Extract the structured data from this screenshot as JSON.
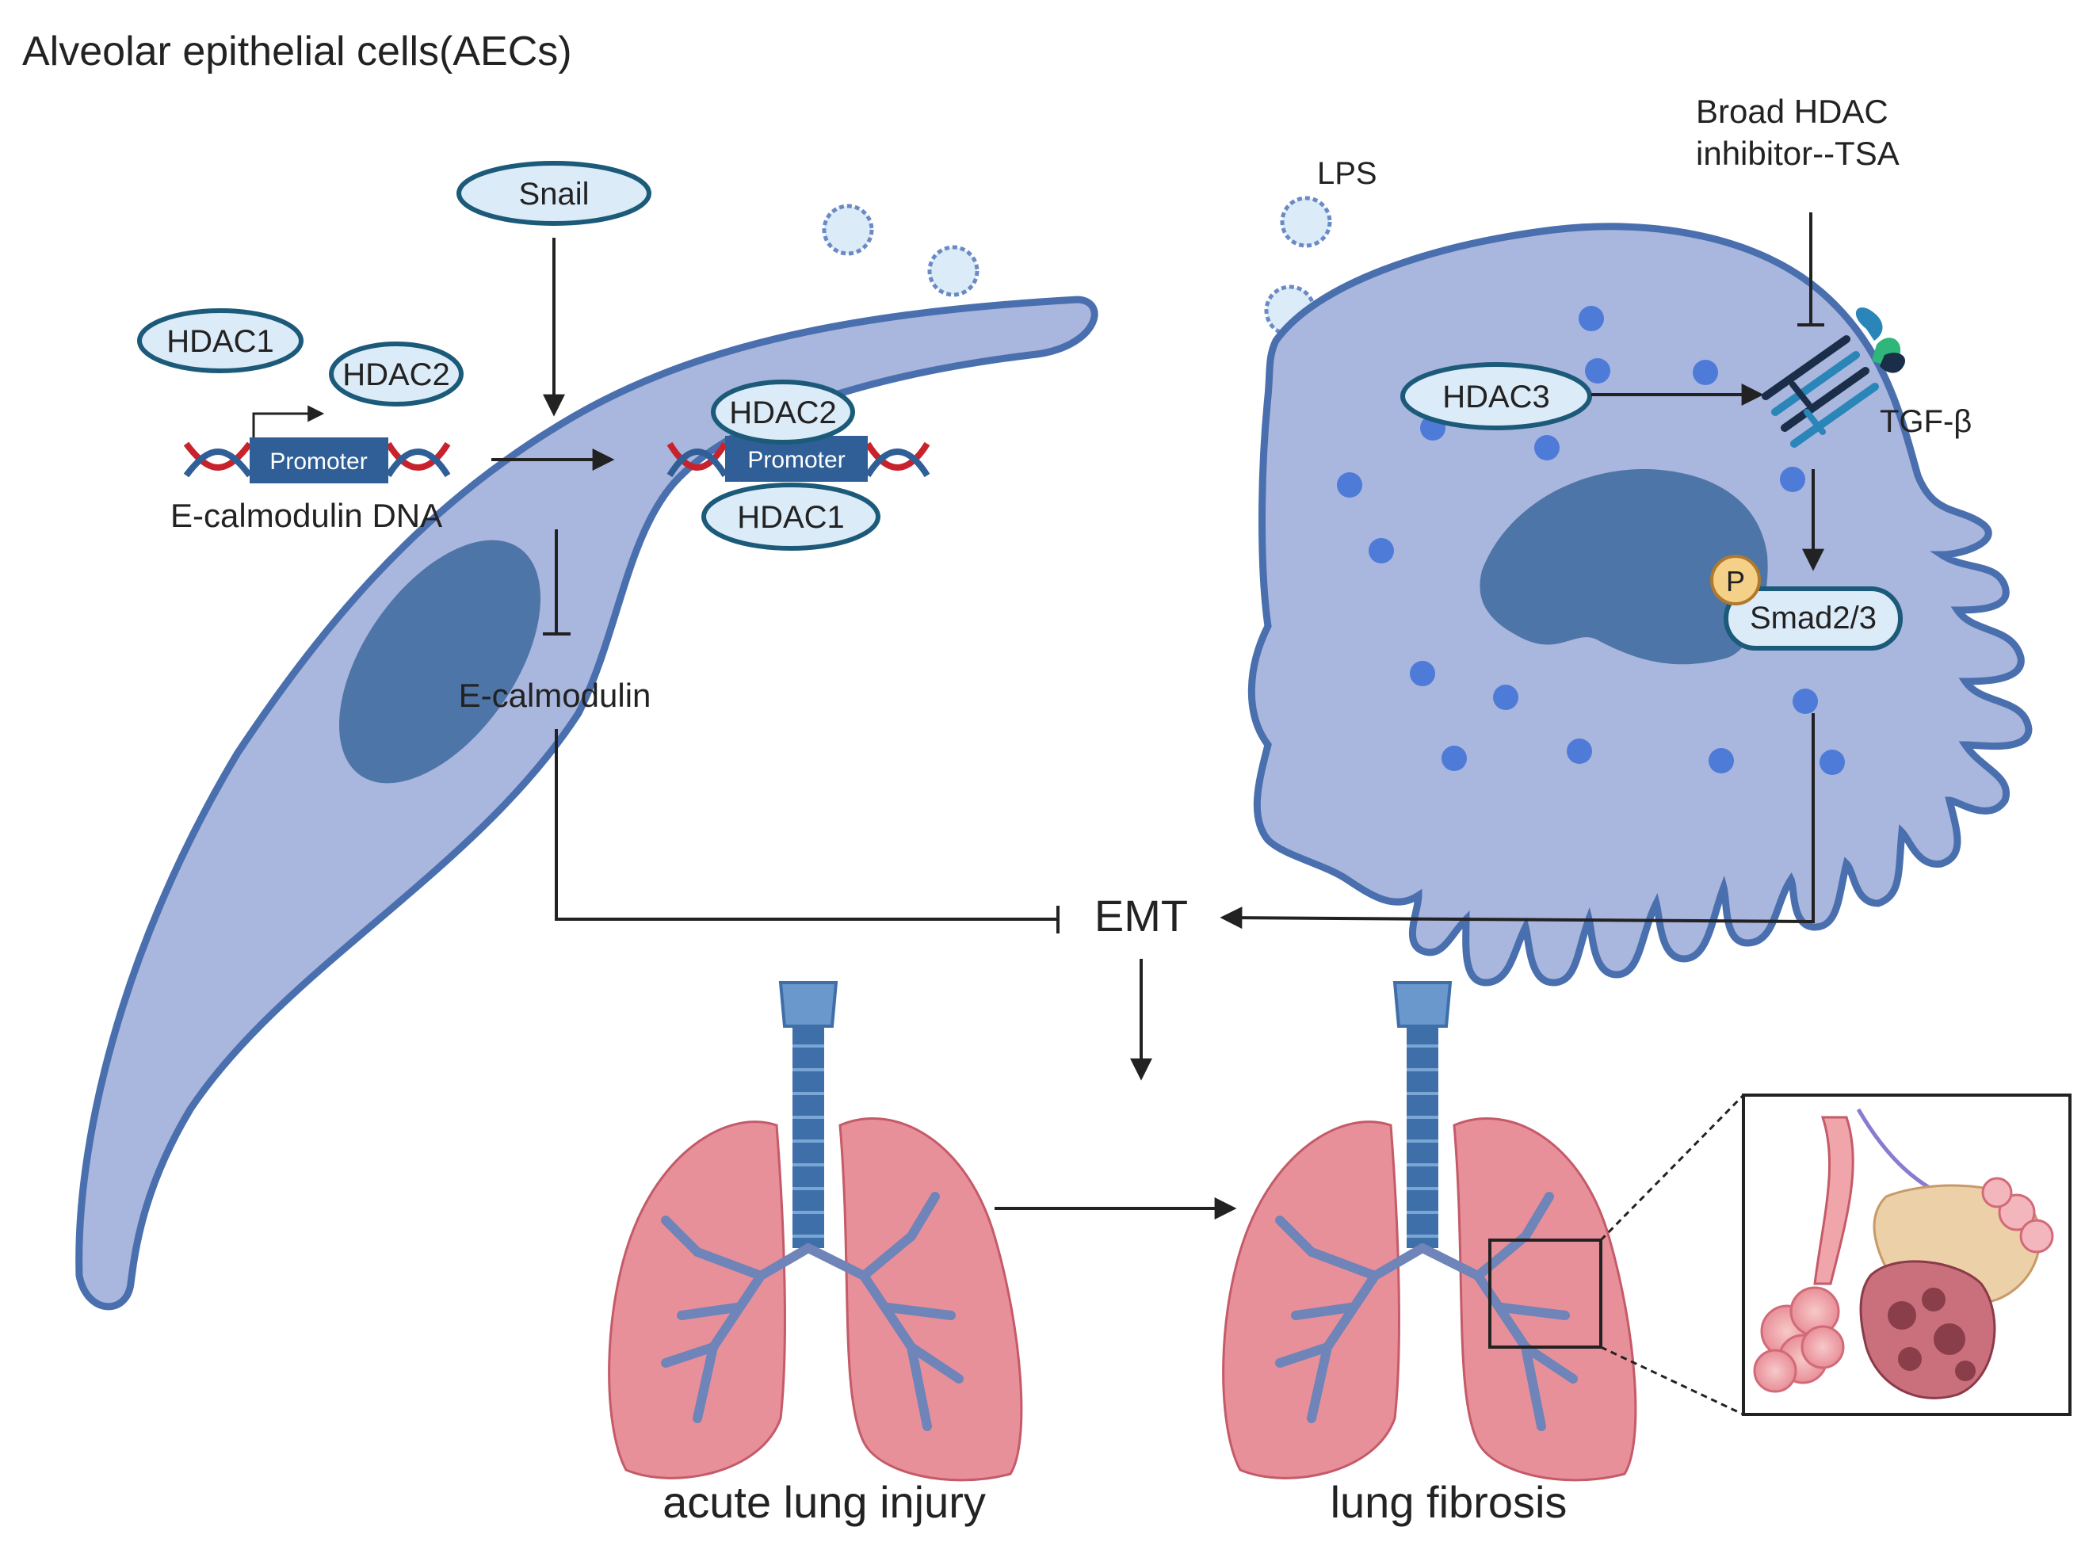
{
  "title": "Alveolar epithelial cells(AECs)",
  "left_cell": {
    "snail": "Snail",
    "hdac1_free": "HDAC1",
    "hdac2_free": "HDAC2",
    "promoter_label": "Promoter",
    "dna_label": "E-calmodulin DNA",
    "hdac2_bound": "HDAC2",
    "promoter_bound_label": "Promoter",
    "hdac1_bound": "HDAC1",
    "protein_label": "E-calmodulin"
  },
  "right_cell": {
    "lps_label": "LPS",
    "inhibitor_label_line1": "Broad HDAC",
    "inhibitor_label_line2": "inhibitor--TSA",
    "hdac3": "HDAC3",
    "receptor_label": "TGF-β",
    "phospho_label": "P",
    "smad_label": "Smad2/3"
  },
  "center": {
    "emt_label": "EMT"
  },
  "lungs": {
    "left_label": "acute lung injury",
    "right_label": "lung fibrosis"
  },
  "colors": {
    "cell_fill": "#a9b6dd",
    "cell_stroke": "#4a6fae",
    "nucleus": "#4e75a8",
    "oval_fill": "#dcebf8",
    "oval_stroke": "#1c5a7a",
    "promoter_box": "#2f5f96",
    "lung_pink": "#e8909a",
    "trachea_blue": "#3f6fa8",
    "arrow": "#222222"
  }
}
